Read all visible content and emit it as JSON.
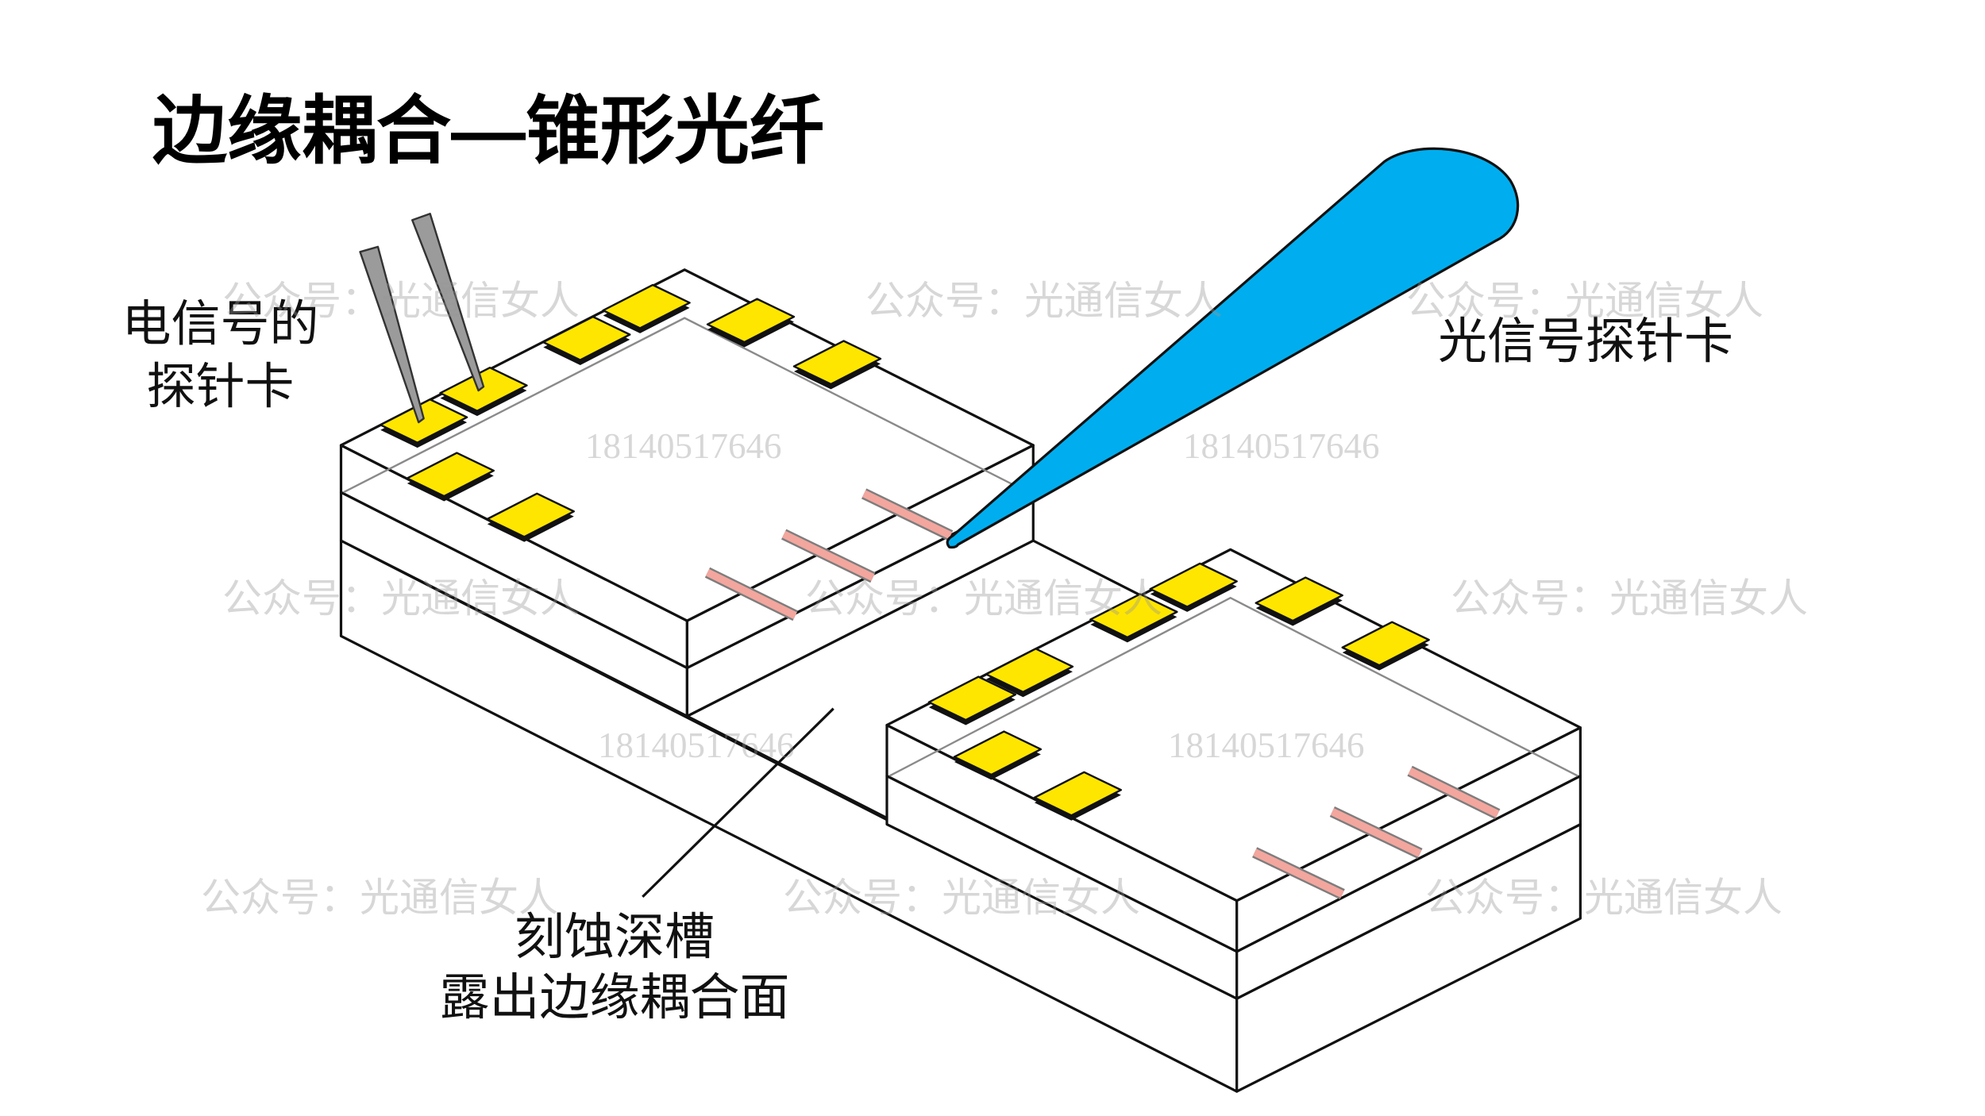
{
  "title": "边缘耦合—锥形光纤",
  "labels": {
    "electrical_probe": {
      "line1": "电信号的",
      "line2": "探针卡"
    },
    "optical_probe": "光信号探针卡",
    "trench": {
      "line1": "刻蚀深槽",
      "line2": "露出边缘耦合面"
    }
  },
  "watermark": {
    "brand": "公众号：光通信女人",
    "phone": "18140517646"
  },
  "colors": {
    "pad": "#ffe600",
    "fiber": "#00aeef",
    "probe_needle": "#9b9b9b",
    "waveguide": "#f2a69e",
    "outline": "#111111"
  }
}
